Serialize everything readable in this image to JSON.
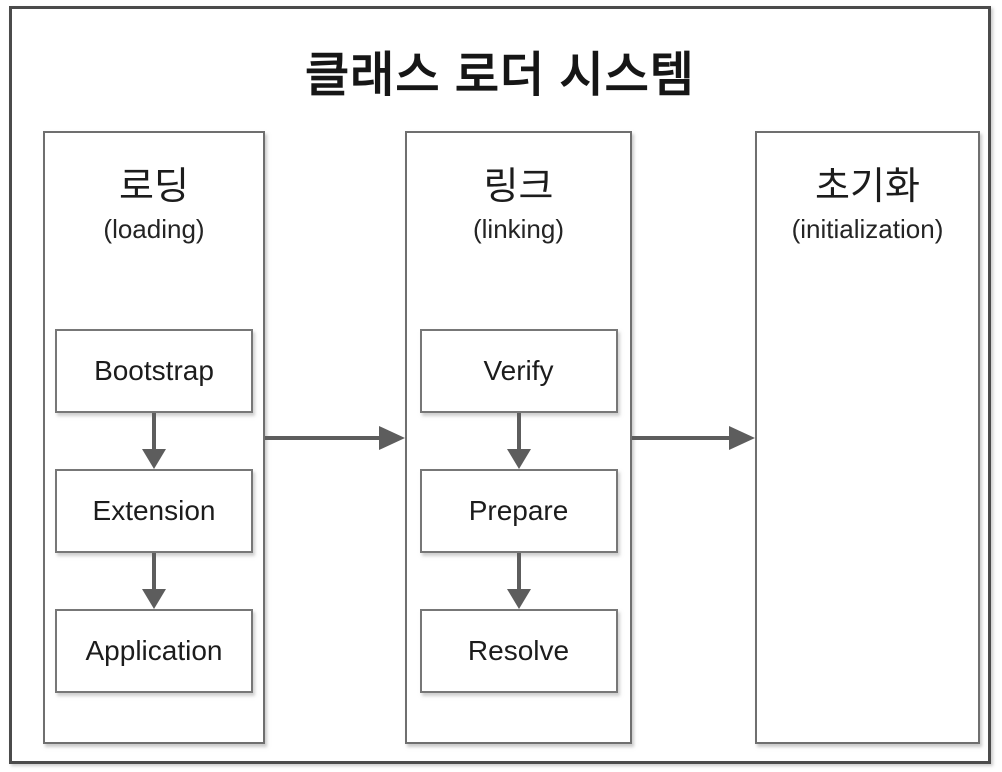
{
  "diagram": {
    "title": "클래스 로더 시스템",
    "phases": [
      {
        "name_ko": "로딩",
        "name_en": "(loading)",
        "steps": [
          "Bootstrap",
          "Extension",
          "Application"
        ]
      },
      {
        "name_ko": "링크",
        "name_en": "(linking)",
        "steps": [
          "Verify",
          "Prepare",
          "Resolve"
        ]
      },
      {
        "name_ko": "초기화",
        "name_en": "(initialization)",
        "steps": []
      }
    ],
    "connectors": {
      "horizontal": [
        "loading -> linking",
        "linking -> initialization"
      ],
      "vertical": [
        "Bootstrap -> Extension",
        "Extension -> Application",
        "Verify -> Prepare",
        "Prepare -> Resolve"
      ]
    },
    "colors": {
      "background": "#ffffff",
      "frame_border": "#4b4b4b",
      "column_border": "#6f6f6f",
      "box_border": "#777777",
      "arrow": "#5d5d5d",
      "text": "#1c1c1c"
    }
  }
}
